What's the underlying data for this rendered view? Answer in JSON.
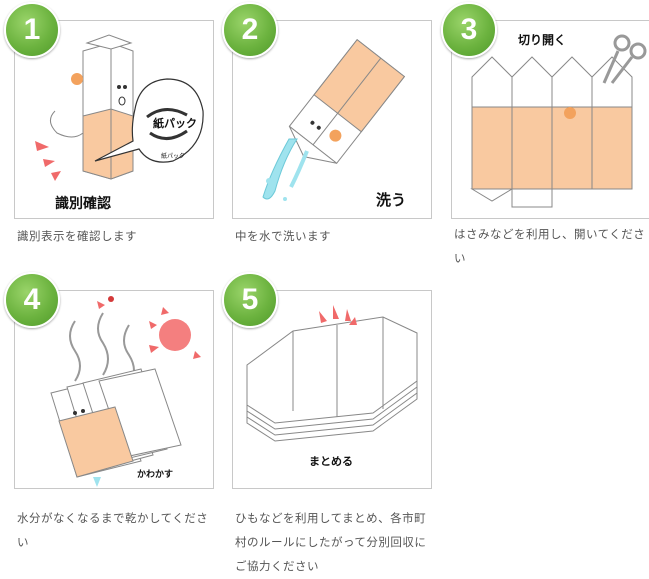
{
  "steps": [
    {
      "number": "1",
      "image_label": "識別確認",
      "stamp_text": "紙パック",
      "stamp_small": "紙パック",
      "caption": "識別表示を確認します"
    },
    {
      "number": "2",
      "image_label": "洗う",
      "caption": "中を水で洗います"
    },
    {
      "number": "3",
      "image_label": "切り開く",
      "caption": "はさみなどを利用し、開いてください"
    },
    {
      "number": "4",
      "image_label": "かわかす",
      "caption": "水分がなくなるまで乾かしてください"
    },
    {
      "number": "5",
      "image_label": "まとめる",
      "caption": "ひもなどを利用してまとめ、各市町村のルールにしたがって分別回収にご協力ください"
    }
  ],
  "colors": {
    "badge": "#6cb33f",
    "carton_fill": "#f9c9a0",
    "accent_red": "#f06a6a"
  }
}
